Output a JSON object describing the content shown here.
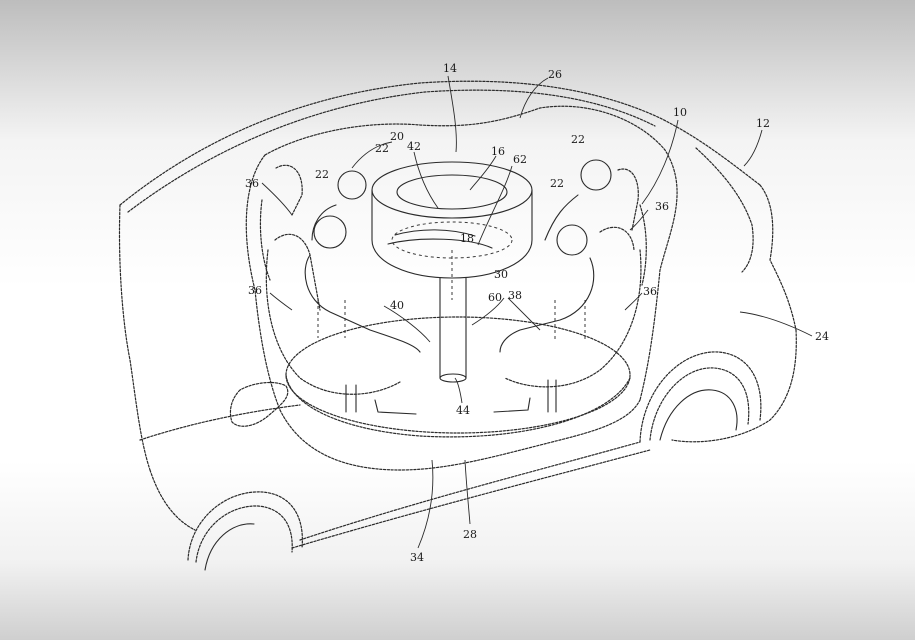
{
  "figure": {
    "reference_numerals": [
      {
        "id": "ref-14",
        "text": "14"
      },
      {
        "id": "ref-26",
        "text": "26"
      },
      {
        "id": "ref-10",
        "text": "10"
      },
      {
        "id": "ref-12",
        "text": "12"
      },
      {
        "id": "ref-20",
        "text": "20"
      },
      {
        "id": "ref-22a",
        "text": "22"
      },
      {
        "id": "ref-42",
        "text": "42"
      },
      {
        "id": "ref-16",
        "text": "16"
      },
      {
        "id": "ref-62",
        "text": "62"
      },
      {
        "id": "ref-22b",
        "text": "22"
      },
      {
        "id": "ref-36a",
        "text": "36"
      },
      {
        "id": "ref-22c",
        "text": "22"
      },
      {
        "id": "ref-22d",
        "text": "22"
      },
      {
        "id": "ref-36b",
        "text": "36"
      },
      {
        "id": "ref-18",
        "text": "18"
      },
      {
        "id": "ref-30",
        "text": "30"
      },
      {
        "id": "ref-60",
        "text": "60"
      },
      {
        "id": "ref-38",
        "text": "38"
      },
      {
        "id": "ref-40",
        "text": "40"
      },
      {
        "id": "ref-36c",
        "text": "36"
      },
      {
        "id": "ref-36d",
        "text": "36"
      },
      {
        "id": "ref-24",
        "text": "24"
      },
      {
        "id": "ref-44",
        "text": "44"
      },
      {
        "id": "ref-28",
        "text": "28"
      },
      {
        "id": "ref-34",
        "text": "34"
      }
    ]
  }
}
